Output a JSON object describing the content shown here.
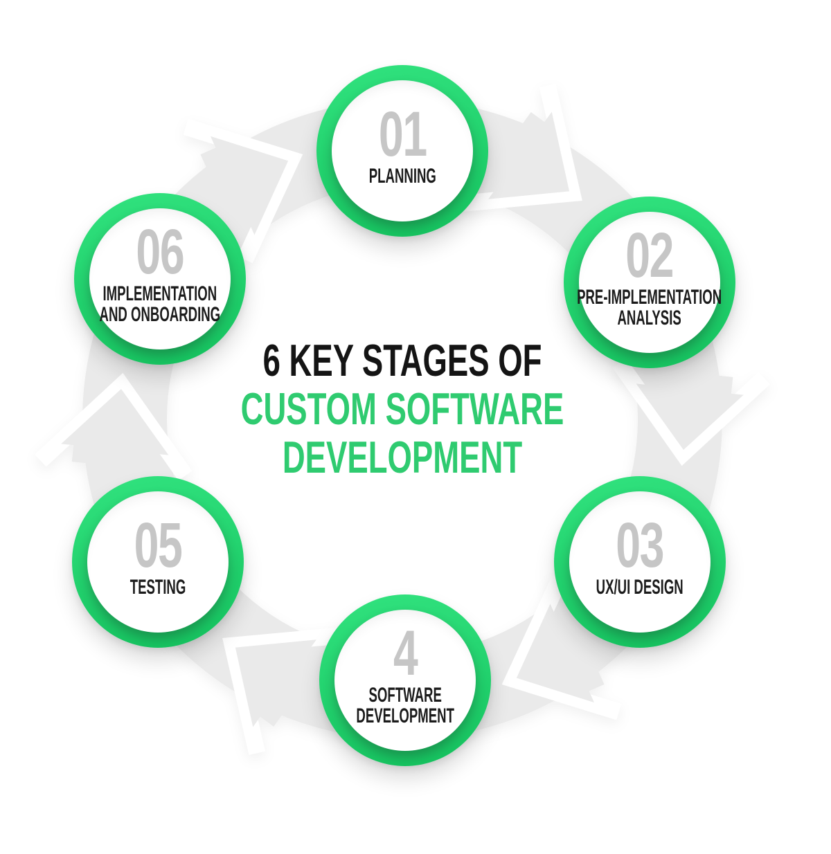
{
  "title": {
    "line1": "6 KEY STAGES OF",
    "line2": "CUSTOM SOFTWARE",
    "line3": "DEVELOPMENT"
  },
  "stages": [
    {
      "number": "01",
      "label_lines": [
        "PLANNING"
      ]
    },
    {
      "number": "02",
      "label_lines": [
        "PRE-IMPLEMENTATION",
        "ANALYSIS"
      ]
    },
    {
      "number": "03",
      "label_lines": [
        "UX/UI DESIGN"
      ]
    },
    {
      "number": "4",
      "label_lines": [
        "SOFTWARE",
        "DEVELOPMENT"
      ]
    },
    {
      "number": "05",
      "label_lines": [
        "TESTING"
      ]
    },
    {
      "number": "06",
      "label_lines": [
        "IMPLEMENTATION",
        "AND ONBOARDING"
      ]
    }
  ],
  "colors": {
    "accent_green": "#2fcb70",
    "ring_green": "#1ed26c",
    "number_gray": "#c6c6c6",
    "label_black": "#1b1b1b",
    "arrow_gray": "#eaeaea",
    "background": "#ffffff"
  }
}
